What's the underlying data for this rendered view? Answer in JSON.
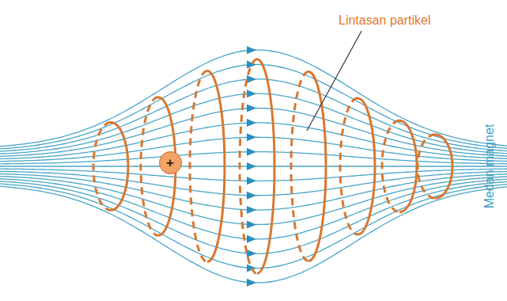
{
  "diagram": {
    "nodes": [
      {
        "text": [
          "+"
        ]
      }
    ],
    "labels": [
      "Lintasan partikel",
      "Medan magnet"
    ]
  }
}
